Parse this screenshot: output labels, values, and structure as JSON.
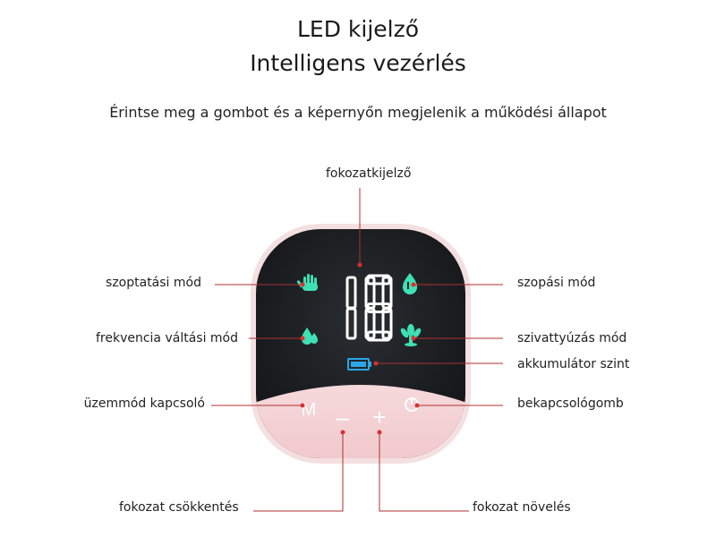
{
  "title_line1": "LED kijelző",
  "title_line2": "Intelligens vezérlés",
  "subtitle": "Érintse meg a gombot és a képernyőn megjelenik a működési állapot",
  "display_value": "18",
  "buttons": {
    "mode": "M",
    "minus": "–",
    "plus": "+"
  },
  "labels": {
    "level_display": "fokozatkijelző",
    "nursing_mode": "szoptatási mód",
    "frequency_mode": "frekvencia váltási mód",
    "operating_mode_switch": "üzemmód kapcsoló",
    "level_decrease": "fokozat csökkentés",
    "suction_mode": "szopási mód",
    "pumping_mode": "szivattyúzás mód",
    "battery_level": "akkumulátor szint",
    "power_button": "bekapcsológomb",
    "level_increase": "fokozat növelés"
  },
  "colors": {
    "led": "#3fe0b4",
    "battery": "#2aa7e8",
    "leader": "#b03030",
    "dot": "#d63030",
    "button_panel": "#f2c9cc"
  },
  "icons": [
    "hand-icon",
    "drop-icon",
    "double-drop-icon",
    "lotus-icon",
    "battery-icon",
    "power-icon"
  ]
}
